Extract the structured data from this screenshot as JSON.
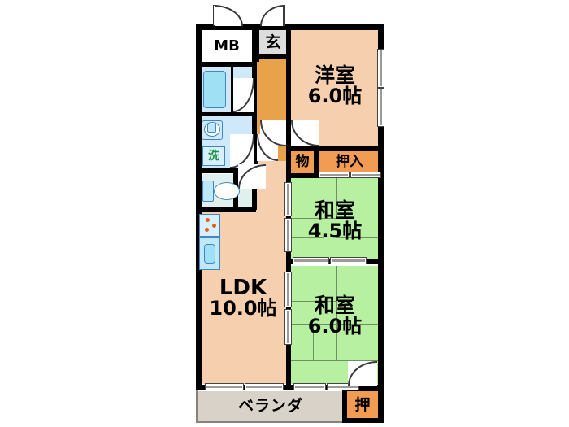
{
  "plan": {
    "title": "間取図",
    "unit_suffix": "帖",
    "colors": {
      "ldk_fill": "#f5cfae",
      "tatami_fill": "#b6f0a0",
      "corridor_fill": "#e8a34a",
      "closet_fill": "#f29b52",
      "water_fill": "#cfe9fa",
      "veranda_fill": "#d9d2c8",
      "wall": "#000000",
      "fixture_blue": "#9fe0f5"
    },
    "rooms": [
      {
        "id": "ldk",
        "name": "LDK",
        "area": "10.0帖",
        "type": "living-dining-kitchen"
      },
      {
        "id": "western",
        "name": "洋室",
        "area": "6.0帖",
        "type": "western-room"
      },
      {
        "id": "tatami45",
        "name": "和室",
        "area": "4.5帖",
        "type": "japanese-room"
      },
      {
        "id": "tatami60",
        "name": "和室",
        "area": "6.0帖",
        "type": "japanese-room"
      }
    ],
    "spaces": [
      {
        "id": "mb",
        "label": "MB",
        "type": "meter-box"
      },
      {
        "id": "genkan",
        "label": "玄",
        "type": "entrance"
      },
      {
        "id": "washer",
        "label": "洗",
        "type": "washing-machine"
      },
      {
        "id": "storage",
        "label": "物",
        "type": "storage"
      },
      {
        "id": "oshiire1",
        "label": "押入",
        "type": "closet"
      },
      {
        "id": "oshiire2",
        "label": "押",
        "type": "closet"
      },
      {
        "id": "veranda",
        "label": "ベランダ",
        "type": "balcony"
      }
    ],
    "labels": {
      "ldk_name": "LDK",
      "ldk_area": "10.0帖",
      "western_name": "洋室",
      "western_area": "6.0帖",
      "tatami45_name": "和室",
      "tatami45_area": "4.5帖",
      "tatami60_name": "和室",
      "tatami60_area": "6.0帖",
      "mb": "MB",
      "genkan": "玄",
      "washer": "洗",
      "storage": "物",
      "oshiire_big": "押入",
      "oshiire_small": "押",
      "veranda": "ベランダ"
    },
    "fixtures": [
      {
        "id": "bathtub",
        "name": "bathtub-fixture"
      },
      {
        "id": "basin",
        "name": "washbasin-fixture"
      },
      {
        "id": "toilet",
        "name": "toilet-fixture"
      },
      {
        "id": "stove",
        "name": "stove-fixture",
        "burners": 3
      },
      {
        "id": "sink",
        "name": "kitchen-sink-fixture"
      }
    ]
  }
}
